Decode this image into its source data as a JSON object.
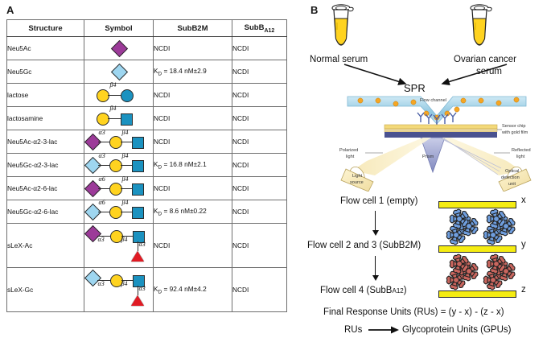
{
  "panels": {
    "a_letter": "A",
    "b_letter": "B"
  },
  "table": {
    "headers": {
      "structure": "Structure",
      "symbol": "Symbol",
      "subb2m": "SubB2M",
      "subba12_main": "SubB",
      "subba12_sub": "A12"
    },
    "rows": [
      {
        "structure": "Neu5Ac",
        "subb2m": "NCDI",
        "subba12": "NCDI",
        "kd": false,
        "glycan": "sia-purple"
      },
      {
        "structure": "Neu5Gc",
        "subb2m": "K_D = 18.4 nM±2.9",
        "subba12": "NCDI",
        "kd": true,
        "glycan": "sia-blue"
      },
      {
        "structure": "lactose",
        "subb2m": "NCDI",
        "subba12": "NCDI",
        "kd": false,
        "glycan": "lactose"
      },
      {
        "structure": "lactosamine",
        "subb2m": "NCDI",
        "subba12": "NCDI",
        "kd": false,
        "glycan": "lactosamine"
      },
      {
        "structure": "Neu5Ac-α2-3-lac",
        "subb2m": "NCDI",
        "subba12": "NCDI",
        "kd": false,
        "glycan": "sia3-purple"
      },
      {
        "structure": "Neu5Gc-α2-3-lac",
        "subb2m": "K_D = 16.8 nM±2.1",
        "subba12": "NCDI",
        "kd": true,
        "glycan": "sia3-blue"
      },
      {
        "structure": "Neu5Ac-α2-6-lac",
        "subb2m": "NCDI",
        "subba12": "NCDI",
        "kd": false,
        "glycan": "sia6-purple"
      },
      {
        "structure": "Neu5Gc-α2-6-lac",
        "subb2m": "K_D = 8.6 nM±0.22",
        "subba12": "NCDI",
        "kd": true,
        "glycan": "sia6-blue"
      },
      {
        "structure": "sLeX-Ac",
        "subb2m": "NCDI",
        "subba12": "NCDI",
        "kd": false,
        "glycan": "slex-purple"
      },
      {
        "structure": "sLeX-Gc",
        "subb2m": "K_D = 92.4 nM±4.2",
        "subba12": "NCDI",
        "kd": true,
        "glycan": "slex-blue"
      }
    ],
    "kd_parts": [
      {
        "prefix": "K",
        "sub": "D",
        "rest": " = 18.4 nM±2.9"
      },
      {
        "prefix": "K",
        "sub": "D",
        "rest": " = 16.8 nM±2.1"
      },
      {
        "prefix": "K",
        "sub": "D",
        "rest": " = 8.6 nM±0.22"
      },
      {
        "prefix": "K",
        "sub": "D",
        "rest": " = 92.4 nM±4.2"
      }
    ],
    "linkage_labels": {
      "beta4": "β4",
      "alpha3": "α3",
      "alpha6": "α6"
    }
  },
  "panelB": {
    "normal_serum": "Normal serum",
    "cancer_serum_line1": "Ovarian cancer",
    "cancer_serum_line2": "serum",
    "spr": "SPR",
    "spr_diagram": {
      "flow_channel": "Flow channel",
      "sensor_chip_line1": "Sensor chip",
      "sensor_chip_line2": "with gold film",
      "polarized_line1": "Polarized",
      "polarized_line2": "light",
      "reflected_line1": "Reflected",
      "reflected_line2": "light",
      "prism": "Prism",
      "light_source_line1": "Light",
      "light_source_line2": "source",
      "optical_line1": "Optical",
      "optical_line2": "detection",
      "optical_line3": "unit"
    },
    "flow_cells": [
      {
        "label": "Flow cell 1 (empty)",
        "marker": "x"
      },
      {
        "label": "Flow cell 2 and 3 (SubB2M)",
        "marker": "y"
      },
      {
        "label_main": "Flow cell 4 (SubB",
        "label_sub": "A12",
        "label_end": ")",
        "marker": "z"
      }
    ],
    "formula": "Final Response Units (RUs) = (y - x) - (z - x)",
    "conversion_left": "RUs",
    "conversion_right": "Glycoprotein Units (GPUs)"
  },
  "colors": {
    "sia_ac": "#9c3a99",
    "sia_gc": "#9ed6f0",
    "galactose": "#ffd320",
    "glcnac": "#1b92c0",
    "fucose": "#e01b24",
    "serum": "#ffd320",
    "gold_bar": "#f5ec12",
    "subb2m_protein": "#6f9ede",
    "subba12_protein": "#c9665e"
  }
}
